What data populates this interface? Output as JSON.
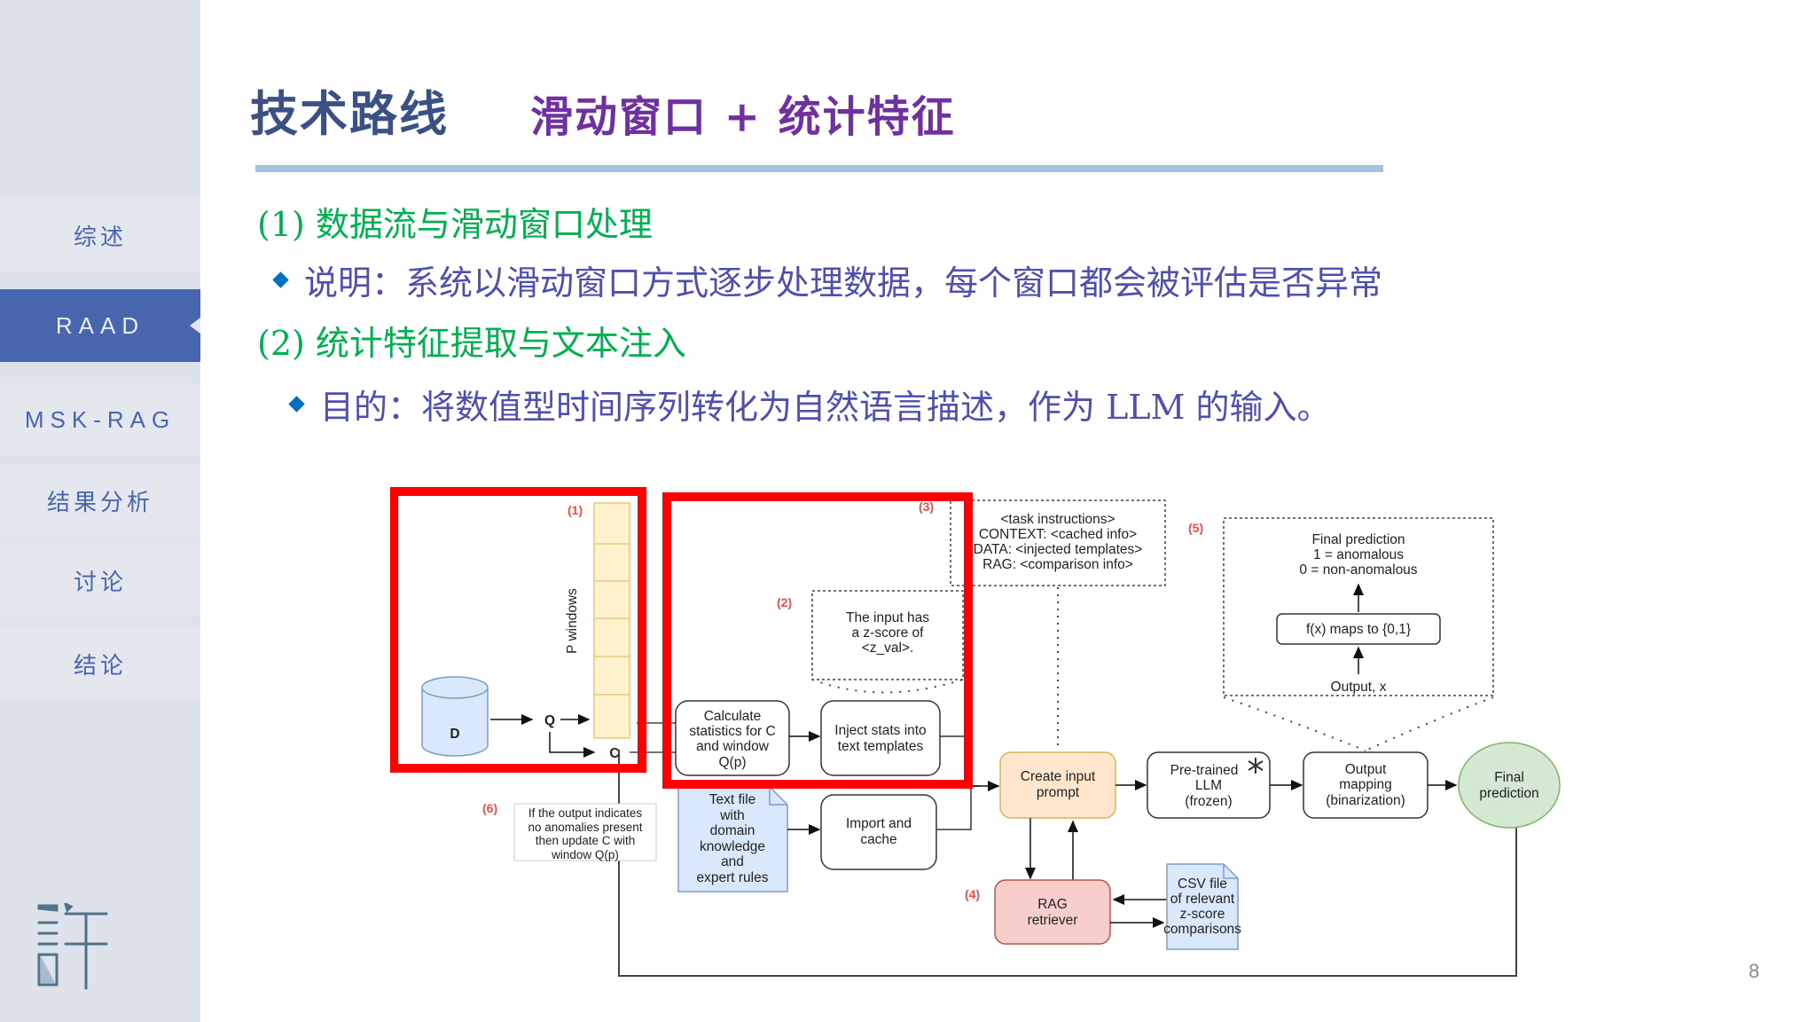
{
  "sidebar": {
    "items": [
      {
        "label": "综述",
        "active": false
      },
      {
        "label": "RAAD",
        "active": true
      },
      {
        "label": "MSK-RAG",
        "active": false
      },
      {
        "label": "结果分析",
        "active": false
      },
      {
        "label": "讨论",
        "active": false
      },
      {
        "label": "结论",
        "active": false
      }
    ],
    "logo_glyph": "許"
  },
  "header": {
    "title": "技术路线",
    "subtitle": "滑动窗口 + 统计特征"
  },
  "content": {
    "section1": {
      "heading": "(1) 数据流与滑动窗口处理",
      "bullet": "说明：系统以滑动窗口方式逐步处理数据，每个窗口都会被评估是否异常"
    },
    "section2": {
      "heading": "(2) 统计特征提取与文本注入",
      "bullet": "目的：将数值型时间序列转化为自然语言描述，作为 LLM 的输入。"
    }
  },
  "diagram": {
    "step_labels": [
      "(1)",
      "(2)",
      "(3)",
      "(4)",
      "(5)",
      "(6)"
    ],
    "database": "D",
    "q_label": "Q",
    "c_label": "C",
    "windows_label": "P windows",
    "calc_box": [
      "Calculate",
      "statistics for C",
      "and window",
      "Q(p)"
    ],
    "inject_box": [
      "Inject stats into",
      "text templates"
    ],
    "zscore_note": [
      "The input has",
      "a z-score of",
      "<z_val>."
    ],
    "prompt_note": [
      "<task instructions>",
      "CONTEXT: <cached info>",
      "DATA: <injected templates>",
      "RAG: <comparison info>"
    ],
    "text_file": [
      "Text file",
      "with",
      "domain",
      "knowledge",
      "and",
      "expert rules"
    ],
    "import_box": [
      "Import and",
      "cache"
    ],
    "create_prompt": [
      "Create input",
      "prompt"
    ],
    "llm_box": [
      "Pre-trained",
      "LLM",
      "(frozen)"
    ],
    "output_mapping": [
      "Output",
      "mapping",
      "(binarization)"
    ],
    "final_prediction": [
      "Final",
      "prediction"
    ],
    "rag_box": [
      "RAG",
      "retriever"
    ],
    "csv_file": [
      "CSV file",
      "of relevant",
      "z-score",
      "comparisons"
    ],
    "mapping_detail": {
      "result": [
        "Final prediction",
        "1 = anomalous",
        "0 = non-anomalous"
      ],
      "function": "f(x) maps to {0,1}",
      "input": "Output, x"
    },
    "update_note": [
      "If the output indicates",
      "no anomalies present",
      "then update C with",
      "window Q(p)"
    ],
    "colors": {
      "highlight": "#ff0000",
      "window_fill": "#fff2cc",
      "db_fill": "#dae8fc",
      "prompt_fill": "#ffe6cc",
      "rag_fill": "#f8cecc",
      "final_fill": "#d5e8d4"
    }
  },
  "footer": {
    "page_number": "8"
  }
}
